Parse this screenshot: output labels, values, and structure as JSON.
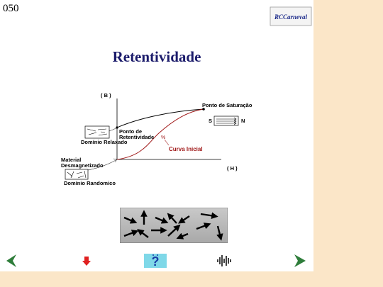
{
  "slide_number": "050",
  "logo_text": "RCCarneval",
  "title": "Retentividade",
  "diagram": {
    "y_axis_label": "( B )",
    "x_axis_label": "( H )",
    "saturation_label": "Ponto de Saturação",
    "retentivity_label_line1": "Ponto de",
    "retentivity_label_line2": "Retentividade",
    "initial_curve_label": "Curva Inicial",
    "relaxed_domain_label": "Domínio Relaxado",
    "demag_label_line1": "Material",
    "demag_label_line2": "Desmagnetizado",
    "random_domain_label": "Domínio Randomico",
    "magnet_s": "S",
    "magnet_n": "N"
  },
  "nav": {
    "prev": "arrow-left-icon",
    "down": "arrow-down-icon",
    "help": "question-icon",
    "sound": "sound-wave-icon",
    "next": "arrow-right-icon"
  },
  "colors": {
    "background": "#fbe6c8",
    "title": "#1b1b6b",
    "curve_red": "#a01818",
    "nav_green": "#2e7d3a",
    "help_bg": "#7fd8e8"
  }
}
